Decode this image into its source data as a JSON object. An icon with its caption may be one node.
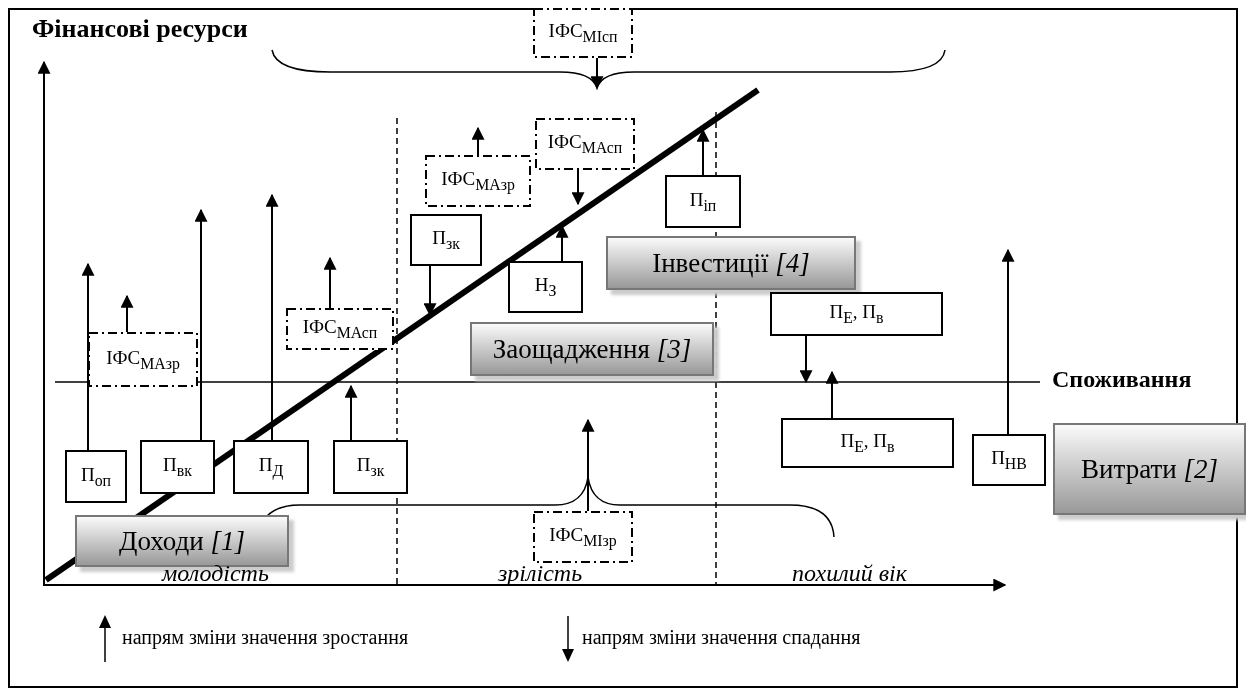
{
  "diagram": {
    "nodes": [
      {
        "text": [
          "ІФС$_{МІсп}$"
        ]
      },
      {
        "text": [
          "ІФС$_{МАзр}$"
        ]
      },
      {
        "text": [
          "ІФС$_{МАсп}$"
        ]
      },
      {
        "text": [
          "П$_{іп}$"
        ]
      },
      {
        "text": [
          "П$_{зк}$"
        ]
      },
      {
        "text": [
          "Н$_{З}$"
        ]
      },
      {
        "text": [
          "Інвестиції *[4]*"
        ]
      },
      {
        "text": [
          "ІФС$_{МАзр}$"
        ]
      },
      {
        "text": [
          "ІФС$_{МАсп}$"
        ]
      },
      {
        "text": [
          "Заощадження *[3]*"
        ]
      },
      {
        "text": [
          "П$_{Е}$, П$_{в}$"
        ]
      },
      {
        "text": [
          "П$_{Е}$, П$_{в}$"
        ]
      },
      {
        "text": [
          "П$_{оп}$"
        ]
      },
      {
        "text": [
          "П$_{вк}$"
        ]
      },
      {
        "text": [
          "П$_{Д}$"
        ]
      },
      {
        "text": [
          "П$_{зк}$"
        ]
      },
      {
        "text": [
          "П$_{НВ}$"
        ]
      },
      {
        "text": [
          "Витрати *[2]*"
        ]
      },
      {
        "text": [
          "Доходи *[1]*"
        ]
      },
      {
        "text": [
          "ІФС$_{МІзр}$"
        ]
      },
      {
        "text": [],
        "shape": "brace"
      }
    ],
    "edges": [
      {
        "from": 0,
        "to": 20,
        "arrow": "to"
      },
      {
        "from": 1,
        "to": null,
        "arrow": "to"
      },
      {
        "from": 2,
        "to": null,
        "arrow": "to"
      },
      {
        "from": 3,
        "to": null,
        "arrow": "to"
      },
      {
        "from": 4,
        "to": null,
        "arrow": "to"
      },
      {
        "from": 5,
        "to": null,
        "arrow": "to"
      },
      {
        "from": 7,
        "to": null,
        "arrow": "to"
      },
      {
        "from": 8,
        "to": null,
        "arrow": "to"
      },
      {
        "from": 10,
        "to": null,
        "arrow": "to"
      },
      {
        "from": 11,
        "to": null,
        "arrow": "to"
      },
      {
        "from": 12,
        "to": null,
        "arrow": "to"
      },
      {
        "from": 13,
        "to": null,
        "arrow": "to"
      },
      {
        "from": 14,
        "to": null,
        "arrow": "to"
      },
      {
        "from": 15,
        "to": null,
        "arrow": "to"
      },
      {
        "from": 16,
        "to": null,
        "arrow": "to"
      },
      {
        "from": 19,
        "to": null,
        "arrow": "to"
      }
    ],
    "labels": [
      "Фінансові ресурси",
      "Споживання",
      "молодість",
      "зрілість",
      "похилий вік"
    ],
    "legend": [
      {
        "text": "напрям зміни значення зростання"
      },
      {
        "text": "напрям зміни значення спадання"
      }
    ]
  }
}
